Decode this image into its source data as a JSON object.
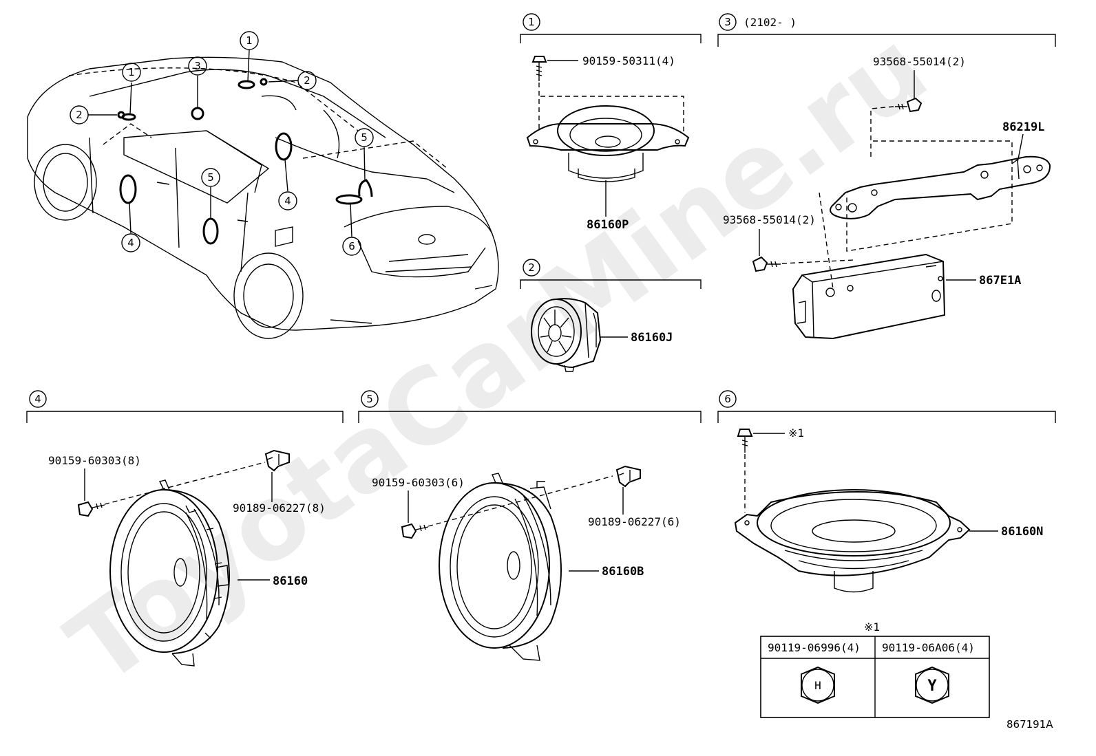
{
  "watermark": "ToyotaCarMine.ru",
  "diagram_code": "867191A",
  "car_callouts": [
    "1",
    "1",
    "2",
    "2",
    "3",
    "4",
    "4",
    "5",
    "5",
    "6"
  ],
  "section_1": {
    "num": "1",
    "bolt": "90159-50311(4)",
    "part": "86160P"
  },
  "section_2": {
    "num": "2",
    "part": "86160J"
  },
  "section_3": {
    "num": "3",
    "note": "(2102-      )",
    "screw_top": "93568-55014(2)",
    "screw_side": "93568-55014(2)",
    "bracket": "86219L",
    "amplifier": "867E1A"
  },
  "section_4": {
    "num": "4",
    "bolt": "90159-60303(8)",
    "clip": "90189-06227(8)",
    "part": "86160"
  },
  "section_5": {
    "num": "5",
    "bolt": "90159-60303(6)",
    "clip": "90189-06227(6)",
    "part": "86160B"
  },
  "section_6": {
    "num": "6",
    "ref": "※1",
    "part": "86160N"
  },
  "ref_table": {
    "title": "※1",
    "col_a": "90119-06996(4)",
    "col_b": "90119-06A06(4)",
    "mark_a": "H",
    "mark_b": "Y"
  }
}
